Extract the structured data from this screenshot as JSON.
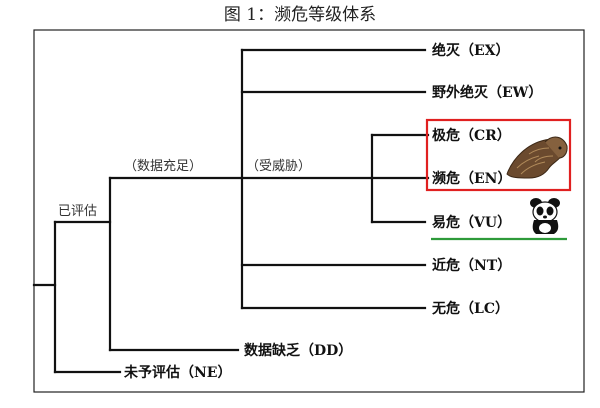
{
  "figure": {
    "title": "图 1：濒危等级体系"
  },
  "branches": {
    "assessed": "已评估",
    "adequate_data": "（数据充足）",
    "threatened": "（受威胁）"
  },
  "categories": {
    "ex": "绝灭（EX）",
    "ew": "野外绝灭（EW）",
    "cr": "极危（CR）",
    "en": "濒危（EN）",
    "vu": "易危（VU）",
    "nt": "近危（NT）",
    "lc": "无危（LC）",
    "dd": "数据缺乏（DD）",
    "ne": "未予评估（NE）"
  },
  "colors": {
    "highlight_box": "#e02020",
    "underline": "#2e9a3a",
    "lines": "#111111",
    "frame": "#222222"
  },
  "icons": {
    "pangolin": "pangolin-icon",
    "panda": "wwf-panda-logo-icon"
  }
}
